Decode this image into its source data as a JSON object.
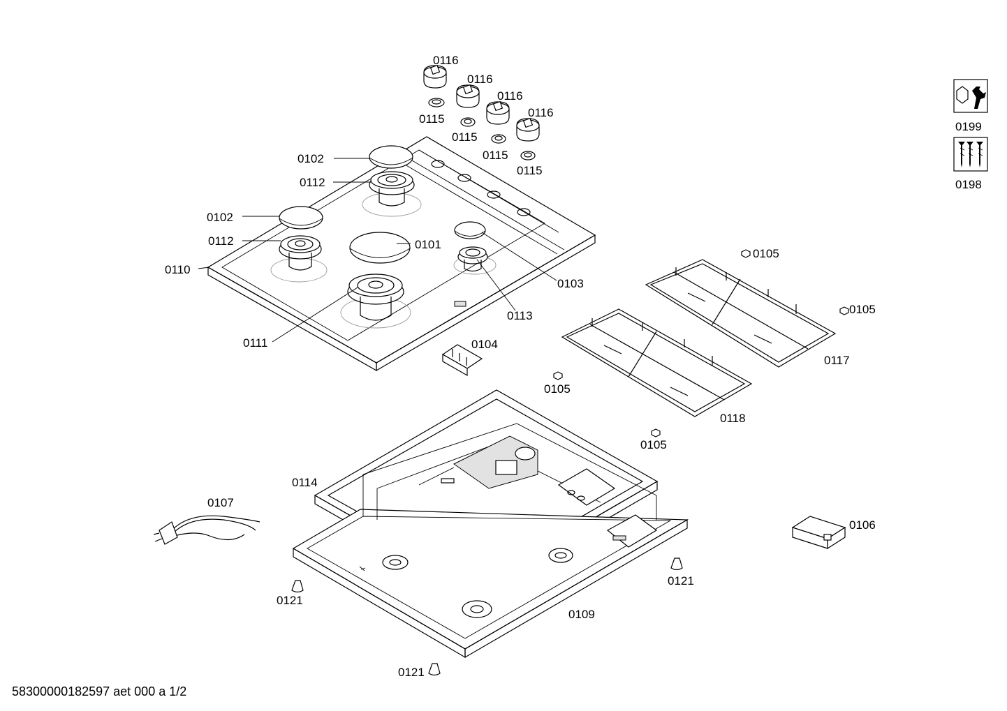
{
  "labels": {
    "p0101": "0101",
    "p0102a": "0102",
    "p0102b": "0102",
    "p0103": "0103",
    "p0104": "0104",
    "p0105a": "0105",
    "p0105b": "0105",
    "p0105c": "0105",
    "p0105d": "0105",
    "p0106": "0106",
    "p0107": "0107",
    "p0109": "0109",
    "p0110": "0110",
    "p0111": "0111",
    "p0112a": "0112",
    "p0112b": "0112",
    "p0113": "0113",
    "p0114": "0114",
    "p0115a": "0115",
    "p0115b": "0115",
    "p0115c": "0115",
    "p0115d": "0115",
    "p0116a": "0116",
    "p0116b": "0116",
    "p0116c": "0116",
    "p0116d": "0116",
    "p0117": "0117",
    "p0118": "0118",
    "p0121a": "0121",
    "p0121b": "0121",
    "p0121c": "0121",
    "p0198": "0198",
    "p0199": "0199"
  },
  "icons": {
    "tool_icon": "wrench-tool-icon",
    "screw_icon": "screws-icon"
  },
  "footer": "58300000182597 aet 000 a 1/2"
}
